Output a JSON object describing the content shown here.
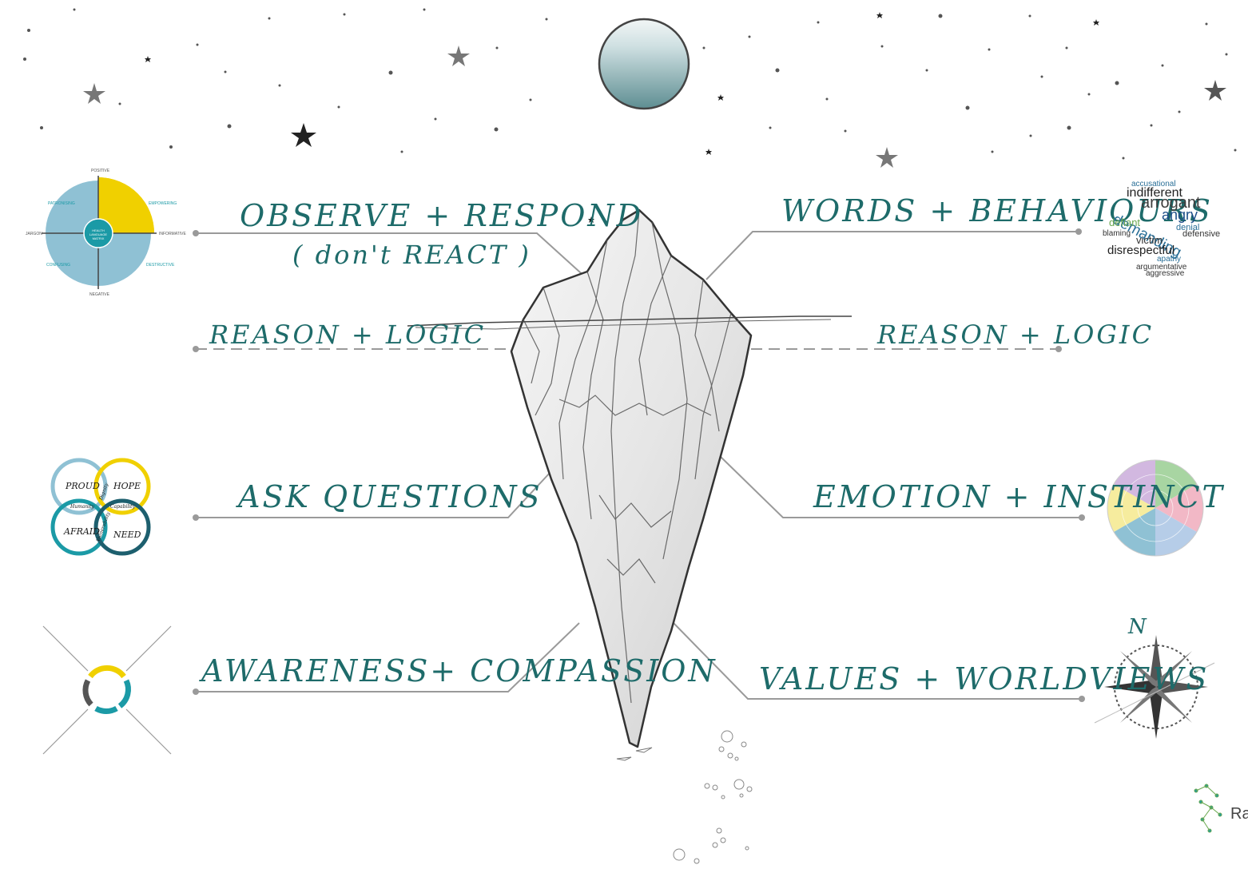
{
  "labels": {
    "observe_respond": "OBSERVE + RESPOND",
    "dont_react": "( don't REACT )",
    "reason_logic_left": "REASON + LOGIC",
    "reason_logic_right": "REASON + LOGIC",
    "ask_questions": "ASK QUESTIONS",
    "awareness_compassion": "AWARENESS+ COMPASSION",
    "words_behaviours": "WORDS + BEHAVIOURS",
    "emotion_instinct": "EMOTION + INSTINCT",
    "values_worldviews": "VALUES + WORLDVIEWS"
  },
  "matrix": {
    "positive": "POSITIVE",
    "negative": "NEGATIVE",
    "jargon": "JARGON",
    "informative": "INFORMATIVE",
    "patronising": "PATRONISING",
    "empowering": "EMPOWERING",
    "confusing": "CONFUSING",
    "destructive": "DESTRUCTIVE",
    "center": "HEALTH LANGUAGE MATRIX"
  },
  "venn": {
    "proud": "PROUD",
    "hope": "HOPE",
    "afraid": "AFRAID",
    "need": "NEED",
    "humanity": "Humanity",
    "dignity": "Dignity",
    "capability": "Capability",
    "vulnerability": "Vulnerability"
  },
  "word_cloud": [
    {
      "text": "accusational",
      "size": 10,
      "color": "#2a6f97"
    },
    {
      "text": "indifferent",
      "size": 16,
      "color": "#222222"
    },
    {
      "text": "arrogant",
      "size": 22,
      "color": "#3d3d3d"
    },
    {
      "text": "demanding",
      "size": 20,
      "color": "#2a6f97"
    },
    {
      "text": "angry",
      "size": 20,
      "color": "#1d4e89"
    },
    {
      "text": "defiant",
      "size": 14,
      "color": "#6aa84f"
    },
    {
      "text": "denial",
      "size": 11,
      "color": "#2a6f97"
    },
    {
      "text": "blaming",
      "size": 10,
      "color": "#333333"
    },
    {
      "text": "victim",
      "size": 14,
      "color": "#333333"
    },
    {
      "text": "defensive",
      "size": 11,
      "color": "#333333"
    },
    {
      "text": "disrespectful",
      "size": 16,
      "color": "#222222"
    },
    {
      "text": "apathy",
      "size": 11,
      "color": "#2a6f97"
    },
    {
      "text": "argumentative",
      "size": 10,
      "color": "#333333"
    },
    {
      "text": "aggressive",
      "size": 11,
      "color": "#333333"
    }
  ],
  "brand": {
    "text": "Ra"
  },
  "compass": {
    "north": "N"
  },
  "colors": {
    "teal_text": "#1e6b6a",
    "accent_yellow": "#f0d000",
    "accent_blue": "#8fc1d4",
    "accent_teal": "#1b9aa6",
    "line_gray": "#9a9a9a"
  }
}
